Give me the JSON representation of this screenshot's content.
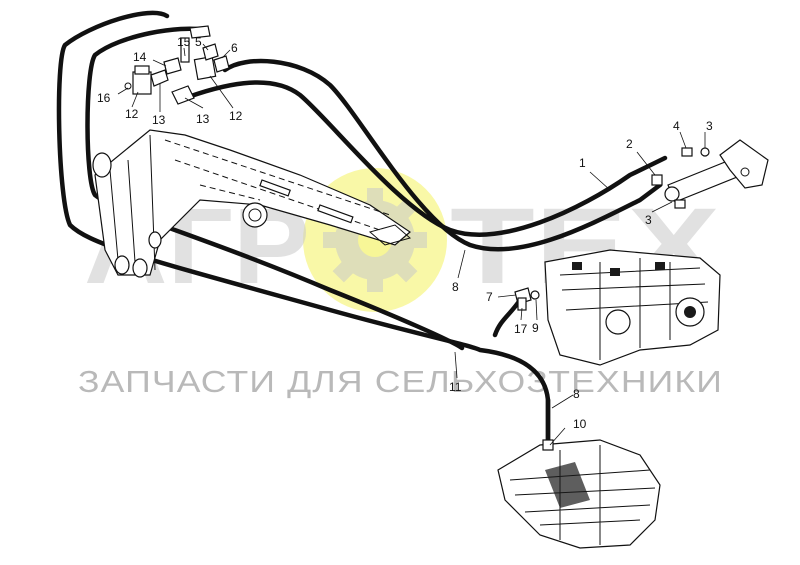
{
  "watermark": {
    "brand": "АГРОТЕХ",
    "tagline": "ЗАПЧАСТИ ДЛЯ СЕЛЬХОЗТЕХНИКИ",
    "logo_color": "#f7f58a",
    "text_color": "#c9c9c9"
  },
  "callouts": {
    "c1": "1",
    "c2": "2",
    "c3a": "3",
    "c3b": "3",
    "c4": "4",
    "c5": "5",
    "c6": "6",
    "c7": "7",
    "c8a": "8",
    "c8b": "8",
    "c9": "9",
    "c10": "10",
    "c11": "11",
    "c12a": "12",
    "c12b": "12",
    "c13a": "13",
    "c13b": "13",
    "c14": "14",
    "c15": "15",
    "c16": "16",
    "c17": "17"
  }
}
